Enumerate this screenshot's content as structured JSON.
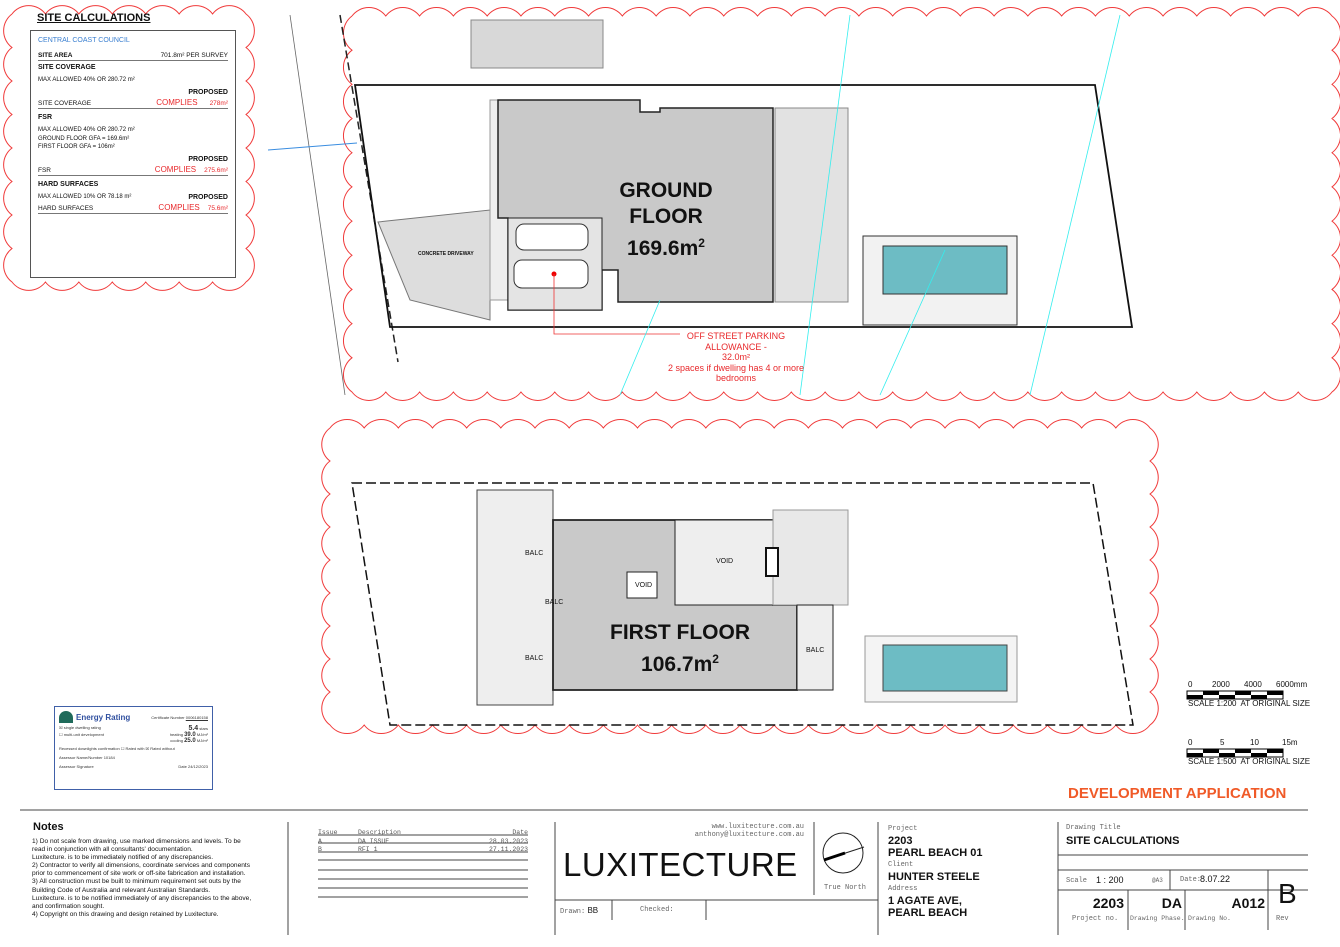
{
  "site_calculations": {
    "title": "SITE CALCULATIONS",
    "council": "CENTRAL COAST COUNCIL",
    "site_area_label": "SITE AREA",
    "site_area_value": "701.8m² PER SURVEY",
    "site_coverage_heading": "SITE COVERAGE",
    "site_coverage_max": "MAX ALLOWED 40% OR 280.72 m²",
    "proposed": "PROPOSED",
    "site_coverage_label": "SITE COVERAGE",
    "complies": "COMPLIES",
    "site_coverage_value": "278m²",
    "fsr_heading": "FSR",
    "fsr_max": "MAX ALLOWED 40% OR 280.72 m²",
    "ground_gfa": "GROUND FLOOR GFA = 169.6m²",
    "first_gfa": "FIRST FLOOR GFA = 106m²",
    "fsr_label": "FSR",
    "fsr_value": "275.6m²",
    "hard_heading": "HARD SURFACES",
    "hard_max": "MAX ALLOWED 10% OR 78.18 m²",
    "hard_label": "HARD SURFACES",
    "hard_value": "75.6m²"
  },
  "ground_floor": {
    "title_1": "GROUND",
    "title_2": "FLOOR",
    "area": "169.6m",
    "sup": "2",
    "driveway": "CONCRETE DRIVEWAY",
    "parking_note": [
      "OFF STREET PARKING",
      "ALLOWANCE -",
      "32.0m²",
      "2 spaces if dwelling has 4 or more",
      "bedrooms"
    ]
  },
  "first_floor": {
    "title": "FIRST FLOOR",
    "area": "106.7m",
    "sup": "2",
    "balc": "BALC",
    "void": "VOID"
  },
  "energy_rating": {
    "title": "Energy Rating",
    "cert_label": "Certificate Number",
    "cert": "0006180158",
    "single": "single dwelling rating",
    "multi": "multi-unit development",
    "stars": "5.4",
    "stars_label": "stars",
    "heating_label": "heating",
    "heating": "39.0",
    "cooling_label": "cooling",
    "cooling": "25.0",
    "unit": "MJ/m²",
    "downlights": "Recessed downlights confirmation",
    "rated_with": "Rated with",
    "rated_without": "Rated without",
    "assessor_label": "Assessor Name/Number",
    "assessor": "10184",
    "signature_label": "Assessor Signature",
    "date_label": "Date",
    "date": "24/12/2023"
  },
  "scales": [
    {
      "ticks": [
        "0",
        "2000",
        "4000",
        "6000mm"
      ],
      "label": "SCALE 1:200  AT ORIGINAL SIZE"
    },
    {
      "ticks": [
        "0",
        "5",
        "10",
        "15m"
      ],
      "label": "SCALE 1:500  AT ORIGINAL SIZE"
    }
  ],
  "stamp": "DEVELOPMENT APPLICATION",
  "notes": {
    "title": "Notes",
    "lines": [
      "1) Do not scale from drawing, use marked dimensions and levels. To be",
      "read in conjunction with all consultants' documentation.",
      "Luxitecture. is to be immediately notified of any discrepancies.",
      "2) Contractor to verify all dimensions, coordinate services and components",
      "prior to commencement of site work or off-site fabrication and installation.",
      "3) All construction must be built to minimum requirement set outs by the",
      "Building Code of Australia and relevant Australian Standards.",
      "Luxitecture. is to be notified immediately of any discrepancies to the above,",
      "and confirmation sought.",
      "4) Copyright on this drawing and design retained by Luxitecture."
    ]
  },
  "issues": {
    "headers": [
      "Issue",
      "Description",
      "Date"
    ],
    "rows": [
      [
        "A",
        "DA ISSUE",
        "28.03.2023"
      ],
      [
        "B",
        "RFI 1",
        "27.11.2023"
      ]
    ]
  },
  "firm": {
    "website": "www.luxitecture.com.au",
    "email": "anthony@luxitecture.com.au",
    "logo": "LUXITECTURE",
    "true_north": "True North",
    "drawn_label": "Drawn:",
    "drawn": "BB",
    "checked_label": "Checked:"
  },
  "project": {
    "project_label": "Project",
    "number": "2203",
    "name": "PEARL BEACH 01",
    "client_label": "Client",
    "client": "HUNTER STEELE",
    "address_label": "Address",
    "address_1": "1 AGATE AVE,",
    "address_2": "PEARL BEACH"
  },
  "drawing": {
    "title_label": "Drawing Title",
    "title": "SITE CALCULATIONS",
    "scale_label": "Scale",
    "scale": "1 : 200",
    "paper": "@A3",
    "date_label": "Date:",
    "date": "8.07.22",
    "project_no": "2203",
    "project_no_label": "Project no.",
    "phase": "DA",
    "phase_label": "Drawing Phase.",
    "number": "A012",
    "number_label": "Drawing No.",
    "rev": "B",
    "rev_label": "Rev"
  }
}
